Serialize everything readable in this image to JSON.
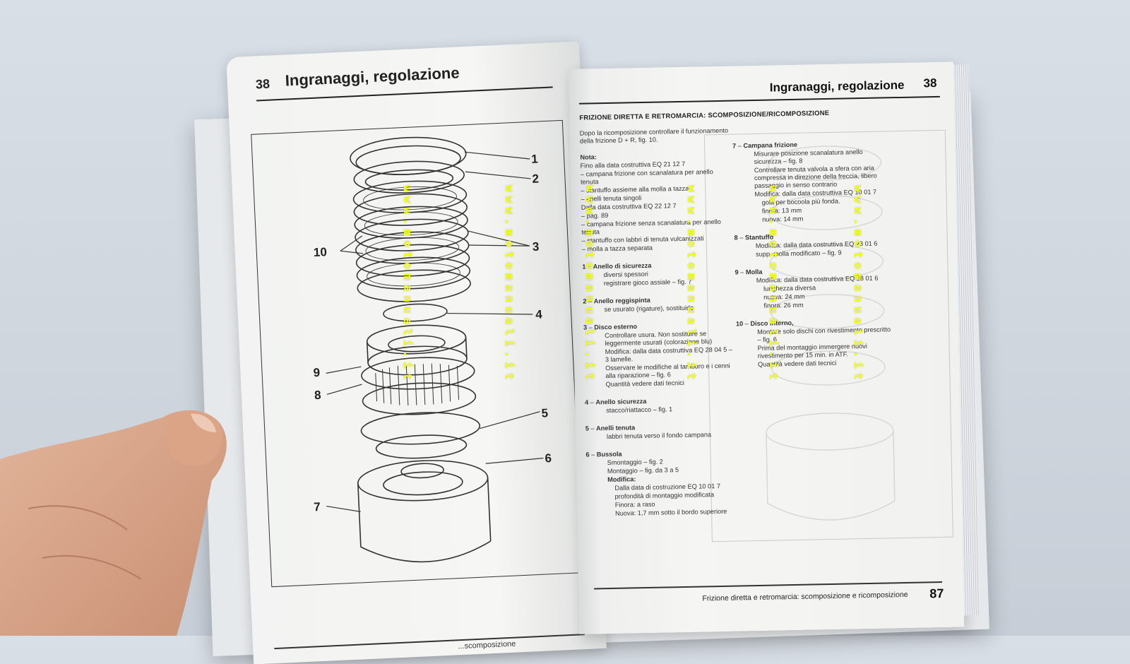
{
  "left_page": {
    "page_number": "38",
    "header": "Ingranaggi, regolazione",
    "callouts": [
      "1",
      "2",
      "3",
      "4",
      "5",
      "6",
      "7",
      "8",
      "9",
      "10"
    ],
    "footer": "...scomposizione"
  },
  "right_page": {
    "page_number": "38",
    "header": "Ingranaggi, regolazione",
    "section_title": "FRIZIONE DIRETTA E RETROMARCIA: SCOMPOSIZIONE/RICOMPOSIZIONE",
    "intro": "Dopo la ricomposizione controllare il funzionamento della frizione D + R, fig. 10.",
    "nota_label": "Nota:",
    "nota_lines": [
      "Fino alla data costruttiva EQ 21 12 7",
      "– campana frizione con scanalatura per anello tenuta",
      "– stantuffo assieme alla molla a tazza",
      "– anelli tenuta singoli",
      "Dalla data costruttiva EQ 22 12 7",
      "– pag. 89",
      "– campana frizione senza scanalatura per anello tenuta",
      "– stantuffo con labbri di tenuta vulcanizzati",
      "– molla a tazza separata"
    ],
    "items_left": [
      {
        "num": "1",
        "title": "Anello di sicurezza",
        "lines": [
          "diversi spessori",
          "registrare gioco assiale – fig. 7"
        ]
      },
      {
        "num": "2",
        "title": "Anello reggispinta",
        "lines": [
          "se usurato (rigature), sostituirlo"
        ]
      },
      {
        "num": "3",
        "title": "Disco esterno",
        "lines": [
          "Controllare usura. Non sostituire se leggermente usurati (colorazione blu)",
          "Modifica: dalla data costruttiva EQ 28 04 5 – 3 lamelle.",
          "Osservare le modifiche al tamburo e i cenni alla riparazione – fig. 6",
          "Quantità vedere dati tecnici"
        ]
      },
      {
        "num": "4",
        "title": "Anello sicurezza",
        "lines": [
          "stacco/riattacco – fig. 1"
        ]
      },
      {
        "num": "5",
        "title": "Anelli tenuta",
        "lines": [
          "labbri tenuta verso il fondo campana"
        ]
      },
      {
        "num": "6",
        "title": "Bussola",
        "lines": [
          "Smontaggio – fig. 2",
          "Montaggio – fig. da 3 a 5",
          "Modifica:",
          "Dalla data di costruzione EQ 10 01 7",
          "profondità di montaggio modificata",
          "Finora: a raso",
          "Nuova: 1,7 mm sotto il bordo superiore"
        ]
      }
    ],
    "items_right": [
      {
        "num": "7",
        "title": "Campana frizione",
        "lines": [
          "Misurare posizione scanalatura anello sicurezza – fig. 8",
          "Controllare tenuta valvola a sfera con aria compressa in direzione della freccia, libero passaggio in senso contrario",
          "Modifica: dalla data costruttiva EQ 10 01 7",
          "gola per bocoola più fonda.",
          "finora: 13 mm",
          "nuova: 14 mm"
        ]
      },
      {
        "num": "8",
        "title": "Stantuffo",
        "lines": [
          "Modifica: dalla data costruttiva EQ 28 01 6",
          "supp. molla modificato – fig. 9"
        ]
      },
      {
        "num": "9",
        "title": "Molla",
        "lines": [
          "Modifica: dalla data costruttiva EQ 28 01 6",
          "lunghezza diversa",
          "nuova: 24 mm",
          "finora: 26 mm"
        ]
      },
      {
        "num": "10",
        "title": "Disco interno,",
        "lines": [
          "Montare solo dischi con rivestimento prescritto – fig. 6",
          "Prima del montaggio immergere nuovi rivestimento per 15 min. in ATF.",
          "Quantità vedere dati tecnici"
        ]
      }
    ],
    "footer": "Frizione diretta e retromarcia: scomposizione e ricomposizione",
    "footer_page": "87"
  },
  "watermark": "www.motomanuali.it",
  "colors": {
    "background": "#d4dae1",
    "paper": "#f4f4f2",
    "watermark": "#f2ff1a",
    "ink": "#222222"
  }
}
